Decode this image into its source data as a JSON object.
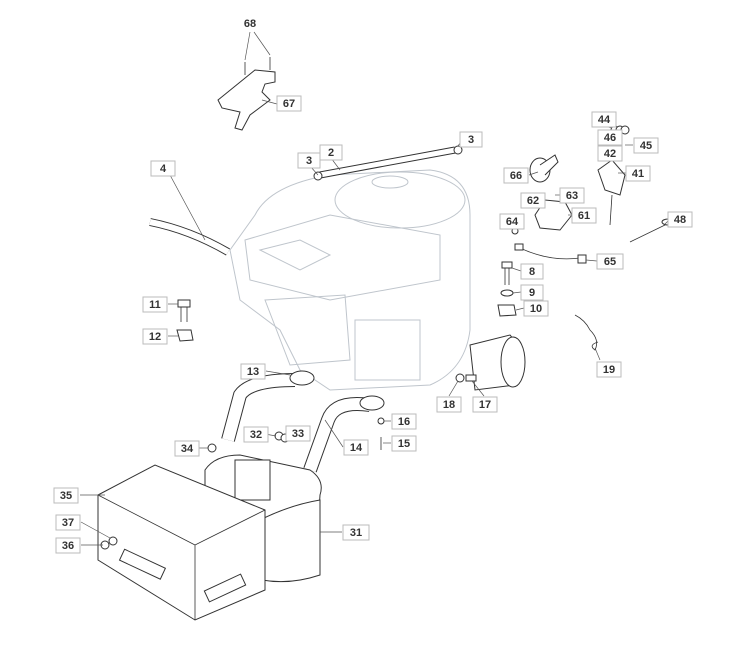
{
  "title": "Engine exhaust parts diagram",
  "callouts": [
    "68",
    "67",
    "4",
    "3",
    "2",
    "3",
    "44",
    "46",
    "45",
    "42",
    "41",
    "66",
    "62",
    "63",
    "61",
    "64",
    "48",
    "65",
    "8",
    "9",
    "10",
    "11",
    "12",
    "19",
    "13",
    "18",
    "17",
    "16",
    "15",
    "14",
    "32",
    "33",
    "34",
    "35",
    "37",
    "36",
    "31"
  ]
}
